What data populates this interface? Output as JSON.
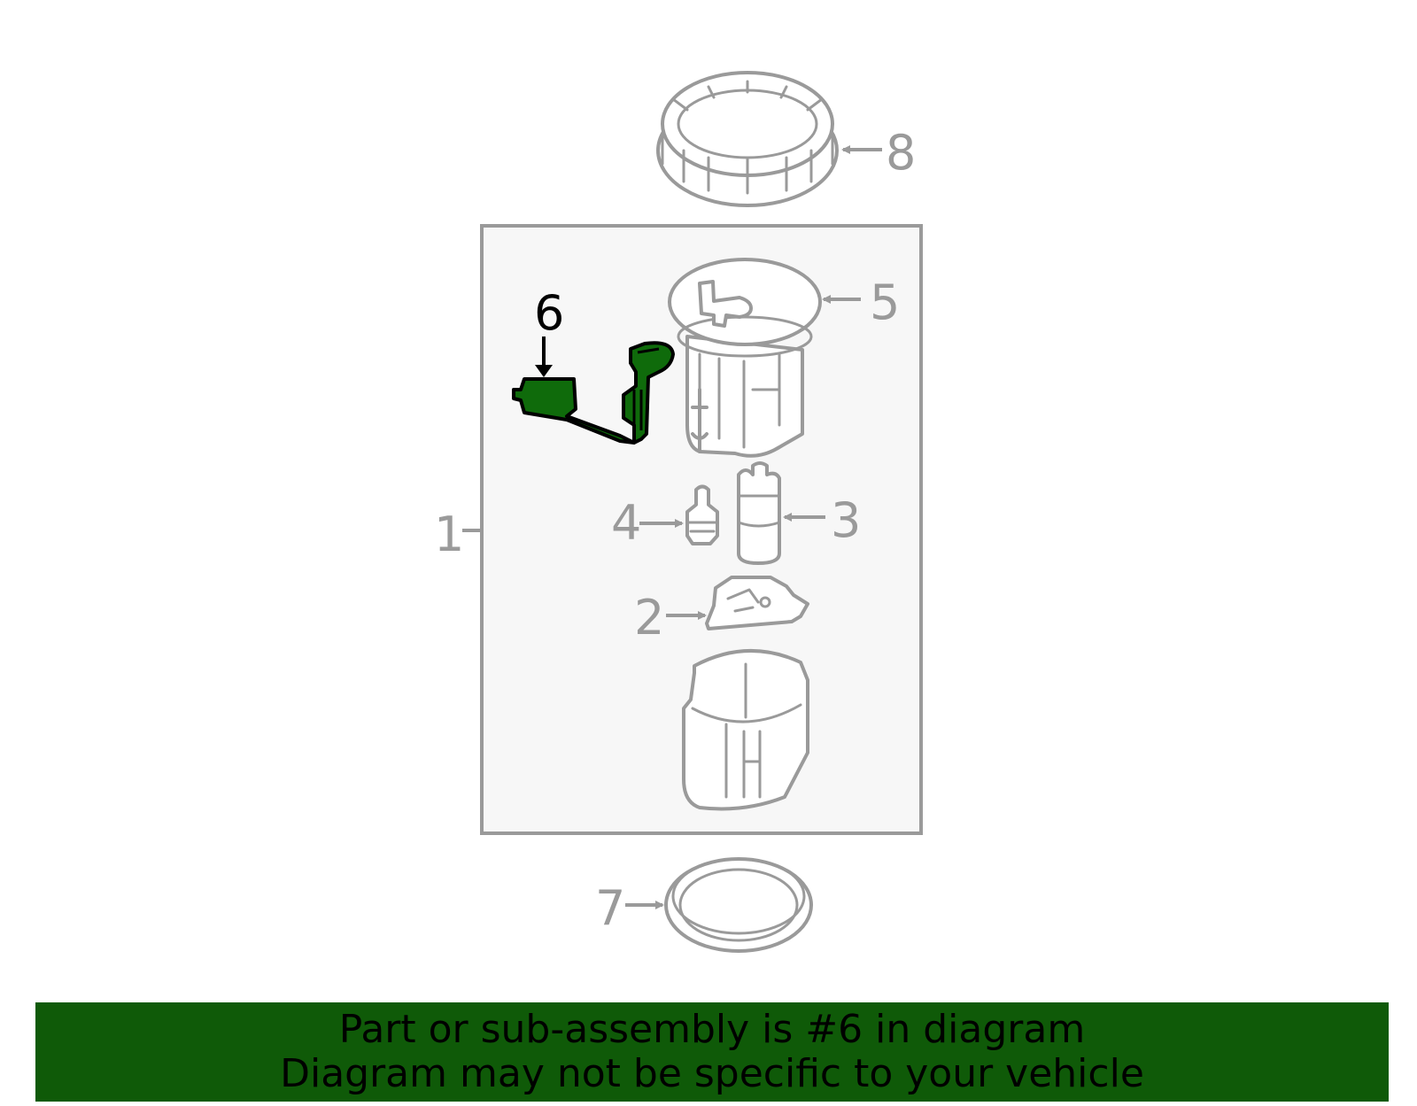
{
  "colors": {
    "highlight_part": "#0f6b0b",
    "banner_background": "#0f5a08",
    "line_gray": "#9a9a9a",
    "assembly_box_fill": "#f7f7f7"
  },
  "callouts": {
    "c1": "1",
    "c2": "2",
    "c3": "3",
    "c4": "4",
    "c5": "5",
    "c6": "6",
    "c7": "7",
    "c8": "8"
  },
  "highlighted_callout": "6",
  "banner": {
    "line1": "Part or sub-assembly is #6 in diagram",
    "line2": "Diagram may not be specific to your vehicle"
  }
}
